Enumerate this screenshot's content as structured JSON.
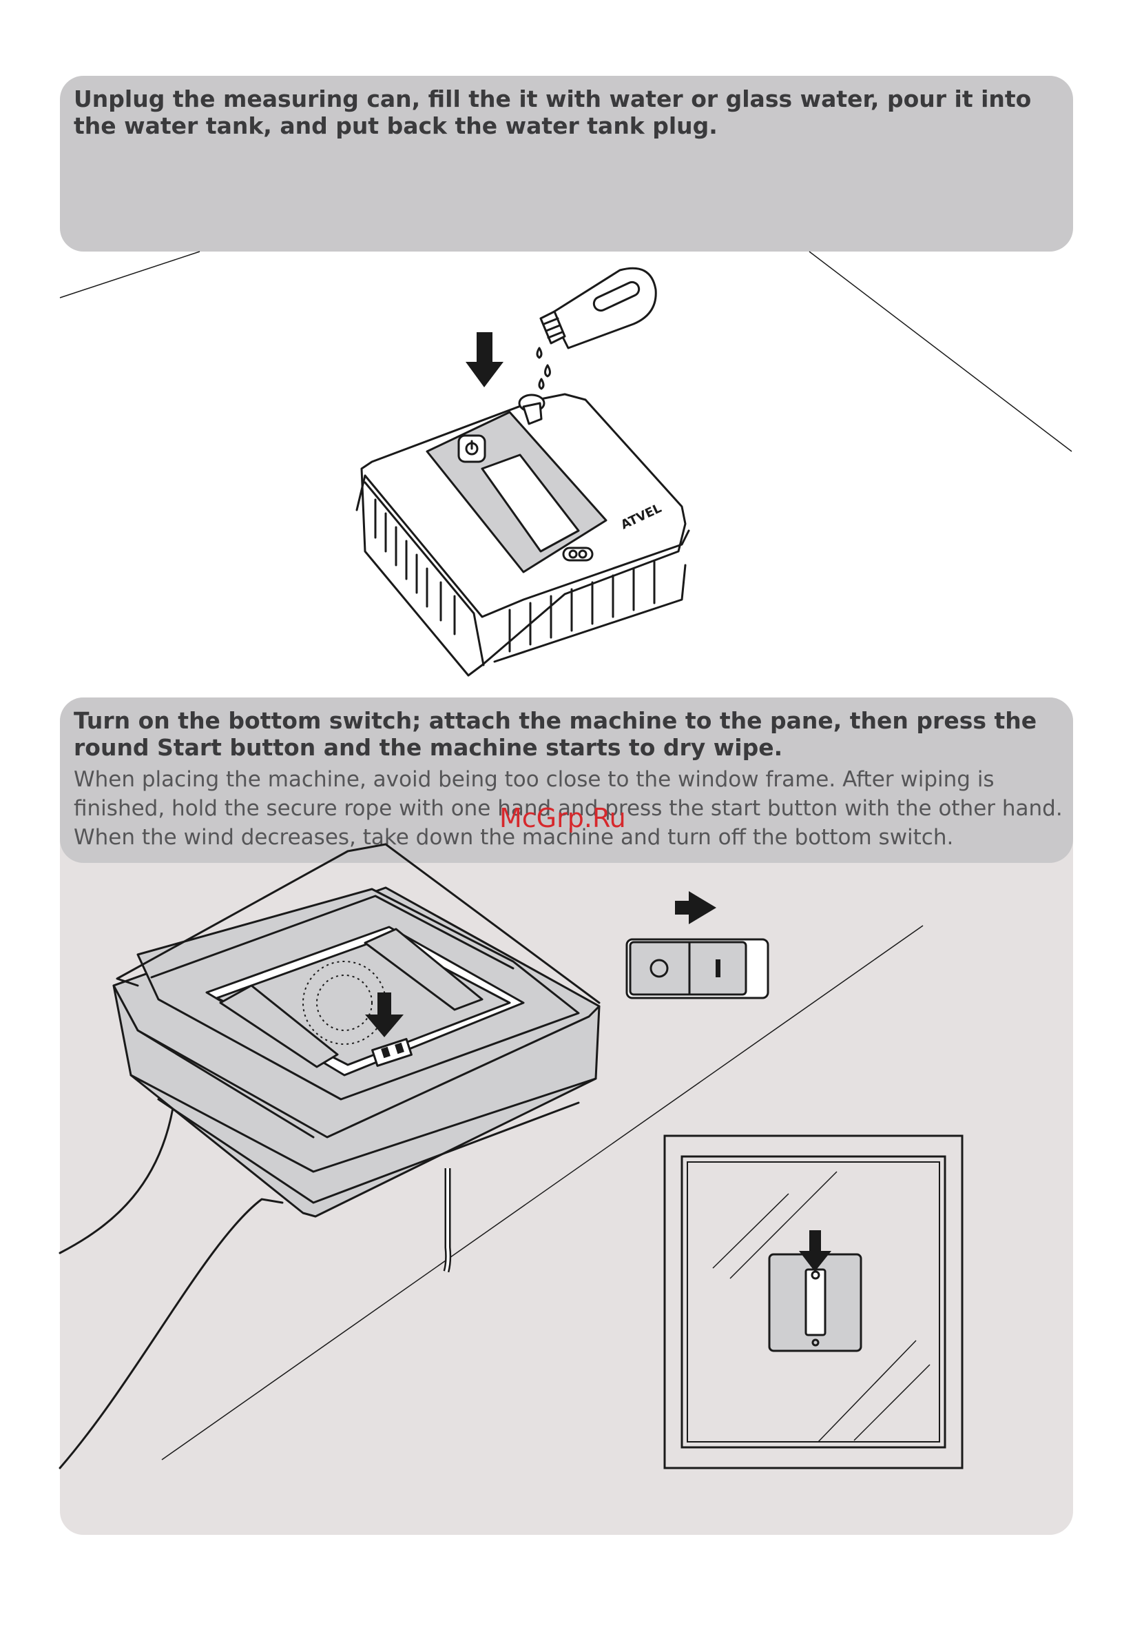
{
  "step1": {
    "title": "Unplug the measuring can, fill the it with water or glass water, pour it into the water tank, and put back the water tank plug."
  },
  "step2": {
    "title": "Turn on the bottom switch; attach the machine to the pane, then press the round Start button and the machine starts to dry wipe.",
    "text": "When placing the machine, avoid being too close to the window frame. After wiping is finished, hold the secure rope with one hand and press the start button with the other hand. When the wind decreases, take down the machine and turn off the bottom switch."
  },
  "brand_logo": "ATVEL",
  "watermark": "McGrp.Ru",
  "colors": {
    "panel": "#c9c8ca",
    "area": "#e5e1e1",
    "watermark": "#d6282c"
  }
}
